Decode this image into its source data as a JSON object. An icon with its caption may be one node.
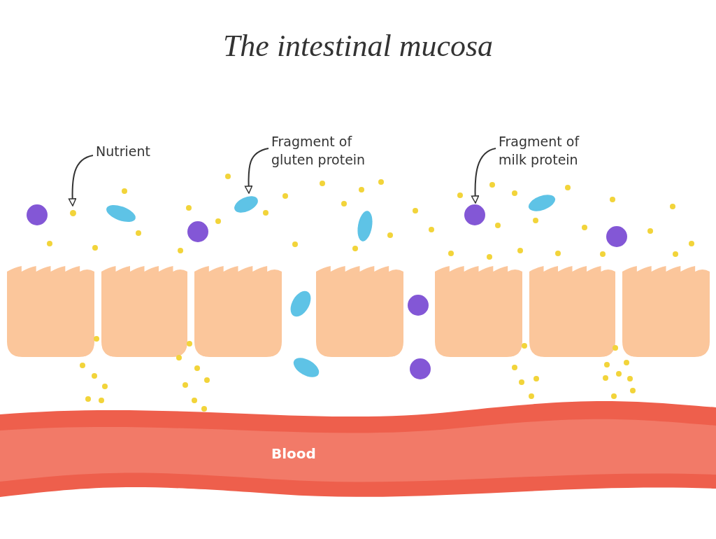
{
  "diagram": {
    "title": "The intestinal mucosa",
    "nodes": [
      {
        "text": [
          "Nutrient"
        ]
      },
      {
        "text": [
          "Fragment of gluten protein"
        ]
      },
      {
        "text": [
          "Fragment of milk protein"
        ]
      },
      {
        "text": [],
        "shape": "circle"
      },
      {
        "text": [],
        "shape": "oval"
      },
      {
        "text": [],
        "shape": "circle"
      },
      {
        "text": [
          "Blood"
        ]
      }
    ],
    "edges": [
      {
        "from": 0,
        "to": 3,
        "arrow": "to"
      },
      {
        "from": 1,
        "to": 4,
        "arrow": "to"
      },
      {
        "from": 2,
        "to": 5,
        "arrow": "to"
      }
    ]
  }
}
